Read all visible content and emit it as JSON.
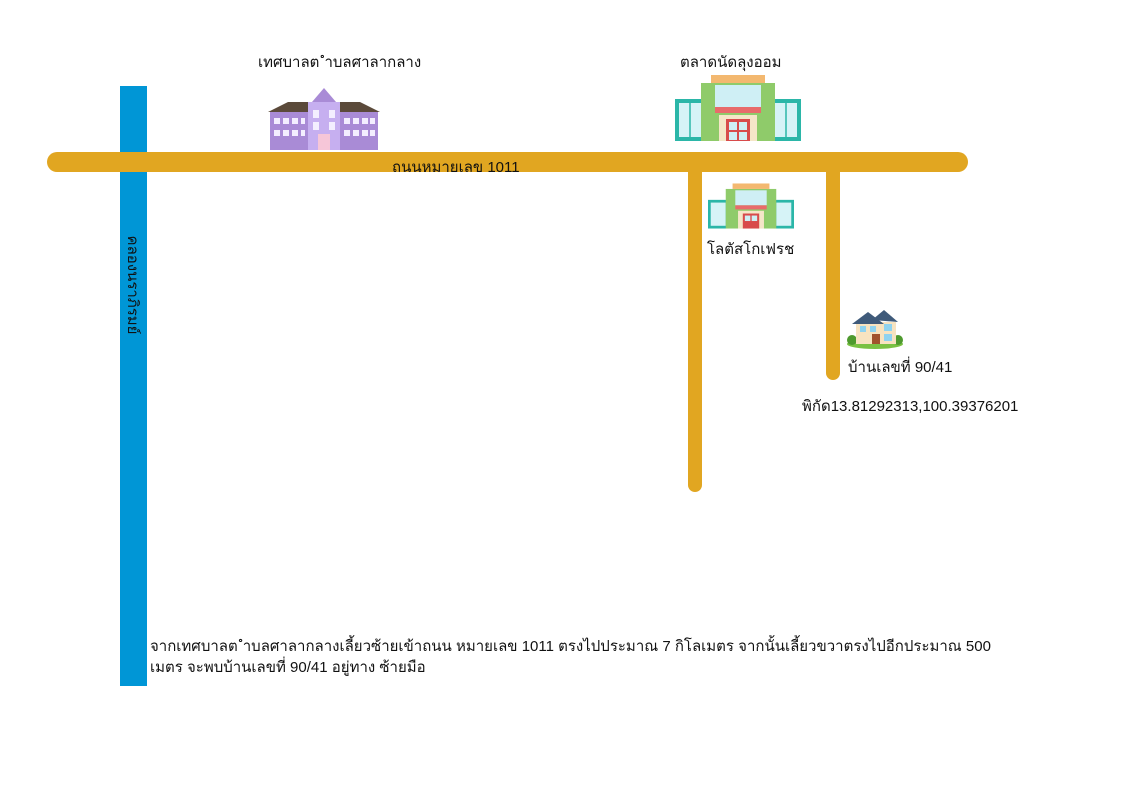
{
  "map": {
    "canal_label": "คลองนราภิรมย์",
    "road_label": "ถนนหมายเลข 1011",
    "landmarks": {
      "municipality": "เทศบาลต ำบลศาลากลาง",
      "market": "ตลาดนัดลุงออม",
      "lotus": "โลตัสโกเฟรช",
      "house": "บ้านเลขที่ 90/41"
    },
    "coordinates": "พิกัด13.81292313,100.39376201",
    "directions": "จากเทศบาลต ำบลศาลากลางเลี้ยวซ้ายเข้าถนน หมายเลข 1011 ตรงไปประมาณ  7 กิโลเมตร จากนั้นเลี้ยวขวาตรงไปอีกประมาณ 500 เมตร จะพบบ้านเลขที่ 90/41 อยู่ทาง ซ้ายมือ",
    "icons": {
      "municipality": "government-building-icon",
      "market": "market-building-icon",
      "lotus": "store-building-icon",
      "house": "house-icon"
    },
    "colors": {
      "canal": "#0096D6",
      "road": "#E1A621"
    }
  }
}
